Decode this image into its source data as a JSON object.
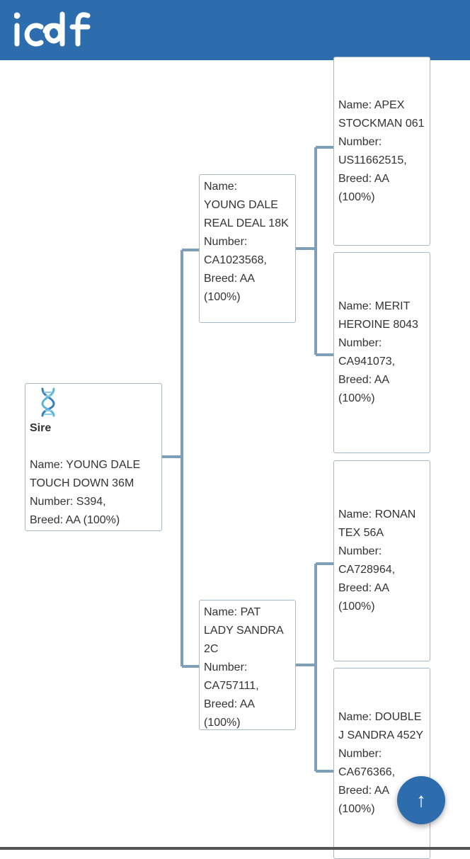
{
  "header": {
    "logo_text": "icbf",
    "brand_color": "#2e6dad"
  },
  "sire": {
    "icon": "dna-icon",
    "label": "Sire",
    "name": "Name: YOUNG DALE TOUCH DOWN 36M",
    "number": "Number: S394,",
    "breed": "Breed: AA (100%)"
  },
  "parents": [
    {
      "name_label": "Name:",
      "name": "YOUNG DALE REAL DEAL 18K",
      "number_label": "Number:",
      "number": "CA1023568,",
      "breed": "Breed: AA (100%)"
    },
    {
      "name_label": "Name: PAT",
      "name": "LADY SANDRA 2C",
      "number_label": "Number:",
      "number": "CA757111,",
      "breed": "Breed: AA (100%)"
    }
  ],
  "grandparents": [
    {
      "name": "Name: APEX STOCKMAN 061",
      "number_label": "Number:",
      "number": "US11662515,",
      "breed": "Breed: AA (100%)"
    },
    {
      "name": "Name: MERIT HEROINE 8043",
      "number_label": "Number:",
      "number": "CA941073,",
      "breed": "Breed: AA (100%)"
    },
    {
      "name": "Name: RONAN TEX 56A",
      "number_label": "Number:",
      "number": "CA728964,",
      "breed": "Breed: AA (100%)"
    },
    {
      "name": "Name: DOUBLE J SANDRA 452Y",
      "number_label": "Number:",
      "number": "CA676366,",
      "breed": "Breed: AA (100%)"
    }
  ],
  "scroll_top_button": {
    "icon": "arrow-up-icon",
    "glyph": "↑"
  }
}
